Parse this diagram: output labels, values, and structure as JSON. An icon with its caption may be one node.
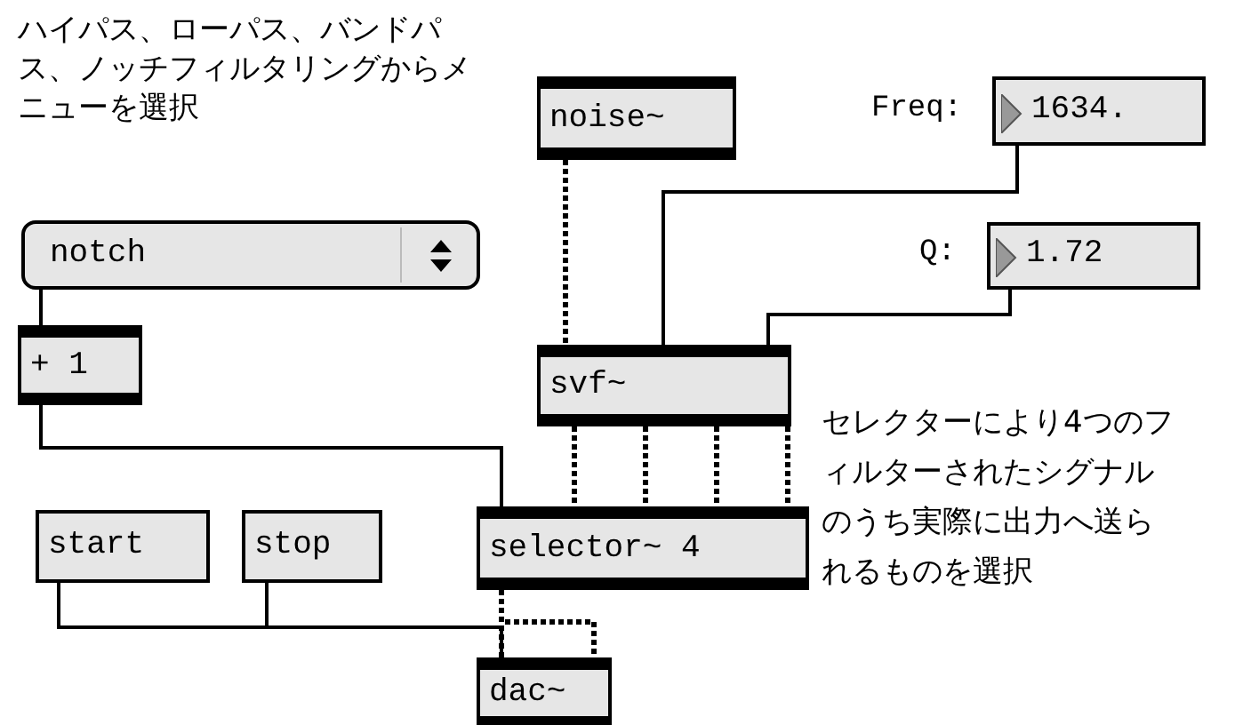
{
  "diagram": {
    "nodes": [
      {
        "text": [
          "notch"
        ]
      },
      {
        "text": [
          "+ 1"
        ]
      },
      {
        "text": [
          "noise~"
        ]
      },
      {
        "text": [
          "1634."
        ],
        "beside": [
          "Freq:"
        ]
      },
      {
        "text": [
          "1.72"
        ],
        "beside": [
          "Q:"
        ]
      },
      {
        "text": [
          "svf~"
        ]
      },
      {
        "text": [
          "start"
        ]
      },
      {
        "text": [
          "stop"
        ]
      },
      {
        "text": [
          "selector~ 4"
        ]
      },
      {
        "text": [
          "dac~"
        ]
      }
    ],
    "edges": [
      {
        "from": 0,
        "to": 1,
        "arrow": "none"
      },
      {
        "from": 1,
        "to": 8,
        "arrow": "none"
      },
      {
        "from": 2,
        "to": 5,
        "arrow": "none",
        "style": "dashed"
      },
      {
        "from": 3,
        "to": 5,
        "arrow": "none"
      },
      {
        "from": 4,
        "to": 5,
        "arrow": "none"
      },
      {
        "from": 5,
        "to": 8,
        "arrow": "none",
        "style": "dashed"
      },
      {
        "from": 5,
        "to": 8,
        "arrow": "none",
        "style": "dashed"
      },
      {
        "from": 5,
        "to": 8,
        "arrow": "none",
        "style": "dashed"
      },
      {
        "from": 5,
        "to": 8,
        "arrow": "none",
        "style": "dashed"
      },
      {
        "from": 6,
        "to": 9,
        "arrow": "none"
      },
      {
        "from": 7,
        "to": 9,
        "arrow": "none"
      },
      {
        "from": 8,
        "to": 9,
        "arrow": "none",
        "style": "dashed"
      },
      {
        "from": 8,
        "to": 9,
        "arrow": "none",
        "style": "dashed"
      }
    ],
    "labels": [
      "ハイパス、ローパス、バンドパス、ノッチフィルタリングからメニューを選択",
      "セレクターにより4つのフィルターされたシグナルのうち実際に出力へ送られるものを選択"
    ]
  }
}
